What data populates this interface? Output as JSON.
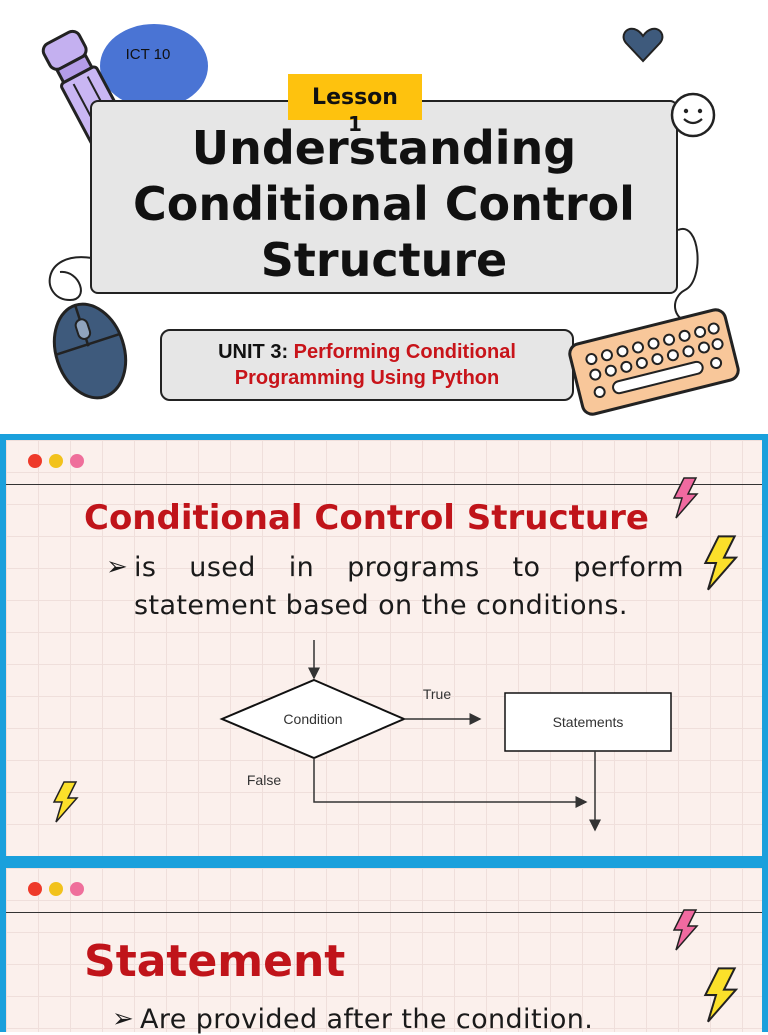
{
  "slide1": {
    "badge": "ICT 10",
    "lesson_label": "Lesson",
    "lesson_number": "1",
    "title_lines": [
      "Understanding",
      "Conditional Control",
      "Structure"
    ],
    "unit_label": "UNIT 3:",
    "unit_title_line1": "Performing Conditional",
    "unit_title_line2": "Programming Using Python"
  },
  "slide2": {
    "heading": "Conditional Control Structure",
    "bullet_line1": "is used in programs to perform",
    "bullet_line2": "statement based on the conditions.",
    "flowchart": {
      "condition": "Condition",
      "true_label": "True",
      "false_label": "False",
      "statements": "Statements"
    }
  },
  "slide3": {
    "heading": "Statement",
    "bullet": "Are provided after the condition."
  },
  "colors": {
    "heading_red": "#c0141a",
    "frame_blue": "#1aa0dc",
    "lesson_yellow": "#fec20e",
    "badge_blue": "#4a74d4",
    "dot_red": "#ee3a2a",
    "dot_yellow": "#f2c21c",
    "dot_pink": "#ef6f9b"
  },
  "icons": [
    "pencil-icon",
    "heart-icon",
    "smiley-icon",
    "mouse-icon",
    "keyboard-icon",
    "lightning-icon",
    "bullet-arrow-icon"
  ]
}
